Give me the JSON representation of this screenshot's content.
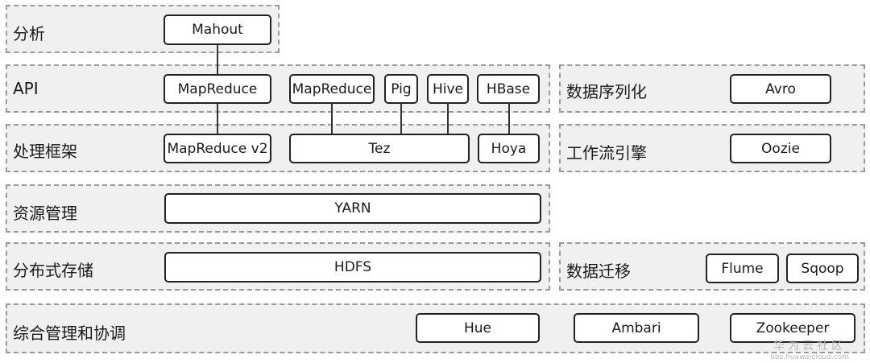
{
  "layers": {
    "analysis": "分析",
    "api": "API",
    "processing": "处理框架",
    "resource": "资源管理",
    "storage": "分布式存储",
    "management": "综合管理和协调",
    "serialization": "数据序列化",
    "workflow": "工作流引擎",
    "migration": "数据迁移"
  },
  "components": {
    "mahout": "Mahout",
    "mapreduce_api": "MapReduce",
    "mapreduce_api_2": "MapReduce",
    "pig": "Pig",
    "hive": "Hive",
    "hbase": "HBase",
    "mapreduce_v2": "MapReduce v2",
    "tez": "Tez",
    "hoya": "Hoya",
    "yarn": "YARN",
    "hdfs": "HDFS",
    "hue": "Hue",
    "ambari": "Ambari",
    "zookeeper": "Zookeeper",
    "avro": "Avro",
    "oozie": "Oozie",
    "flume": "Flume",
    "sqoop": "Sqoop"
  },
  "watermark": {
    "main": "华为云社区",
    "sub": "bbs.huaweicloud.com"
  }
}
